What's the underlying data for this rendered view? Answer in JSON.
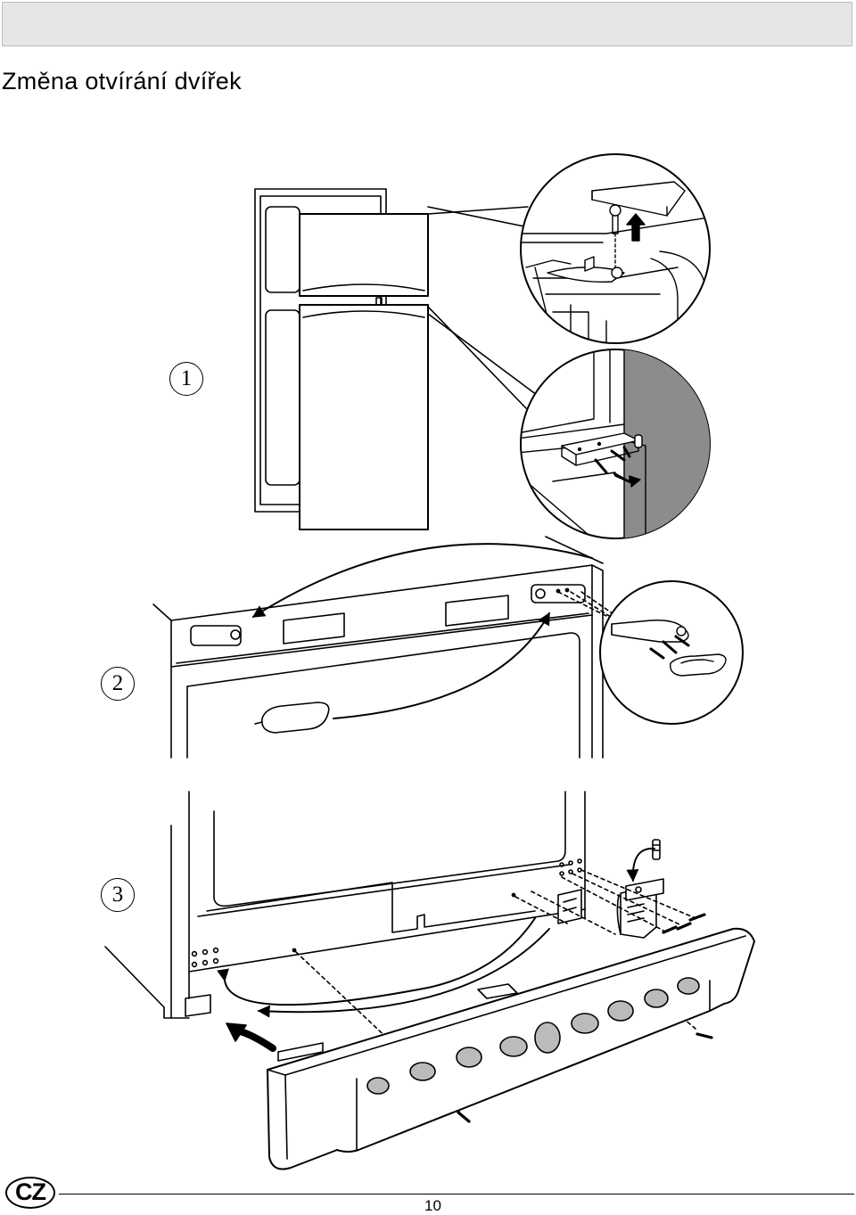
{
  "header": {
    "title": "Změna otvírání dvířek"
  },
  "steps": [
    {
      "number": "1"
    },
    {
      "number": "2"
    },
    {
      "number": "3"
    }
  ],
  "footer": {
    "language": "CZ",
    "page_number": "10"
  },
  "colors": {
    "header_bg": "#e6e6e6",
    "wall_shade": "#8c8c8c",
    "line": "#000000"
  }
}
